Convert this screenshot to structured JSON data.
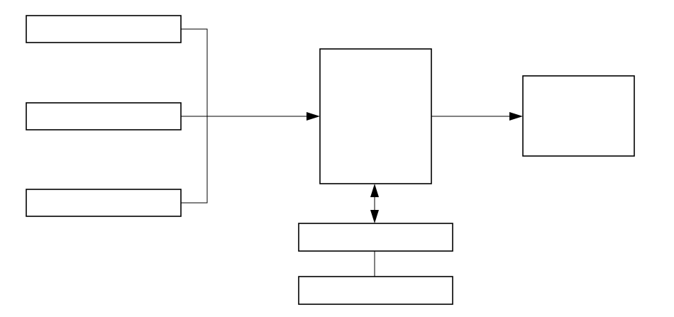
{
  "diagram": {
    "stroke_color": "#000000",
    "background_color": "#ffffff",
    "blocks": [
      {
        "id": "input-block-1",
        "label": ""
      },
      {
        "id": "input-block-2",
        "label": ""
      },
      {
        "id": "input-block-3",
        "label": ""
      },
      {
        "id": "central-block",
        "label": ""
      },
      {
        "id": "output-block",
        "label": ""
      },
      {
        "id": "lower-block-1",
        "label": ""
      },
      {
        "id": "lower-block-2",
        "label": ""
      }
    ],
    "connections": [
      {
        "from": "input-block-1",
        "to": "central-block",
        "arrow": "end"
      },
      {
        "from": "input-block-2",
        "to": "central-block",
        "arrow": "end"
      },
      {
        "from": "input-block-3",
        "to": "central-block",
        "arrow": "end"
      },
      {
        "from": "central-block",
        "to": "output-block",
        "arrow": "end"
      },
      {
        "from": "central-block",
        "to": "lower-block-1",
        "arrow": "both"
      },
      {
        "from": "lower-block-1",
        "to": "lower-block-2",
        "arrow": "none"
      }
    ]
  }
}
